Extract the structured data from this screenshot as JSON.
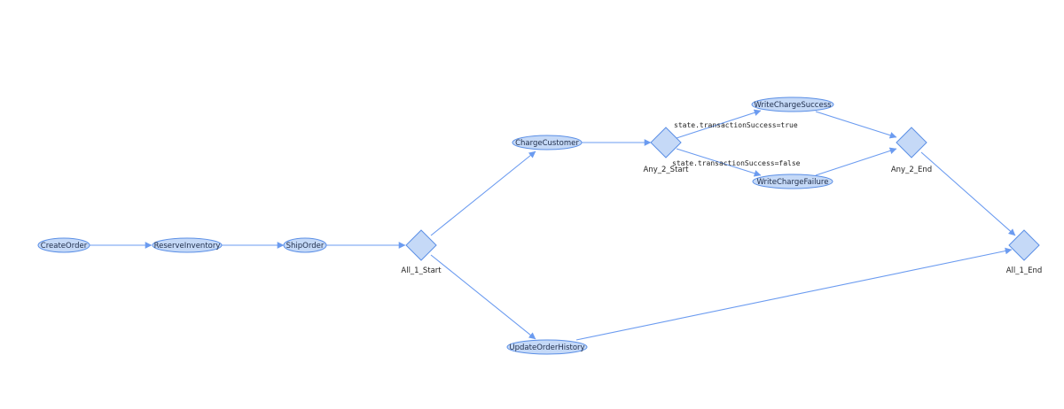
{
  "nodes": {
    "create_order": "CreateOrder",
    "reserve_inventory": "ReserveInventory",
    "ship_order": "ShipOrder",
    "all_1_start": "All_1_Start",
    "charge_customer": "ChargeCustomer",
    "update_order_history": "UpdateOrderHistory",
    "any_2_start": "Any_2_Start",
    "write_charge_success": "WriteChargeSuccess",
    "write_charge_failure": "WriteChargeFailure",
    "any_2_end": "Any_2_End",
    "all_1_end": "All_1_End"
  },
  "edge_labels": {
    "success_true": "state.transactionSuccess=true",
    "success_false": "state.transactionSuccess=false"
  },
  "colors": {
    "node_fill": "#c5d9f7",
    "node_stroke": "#5b8fe6",
    "edge": "#6b9bf0"
  }
}
